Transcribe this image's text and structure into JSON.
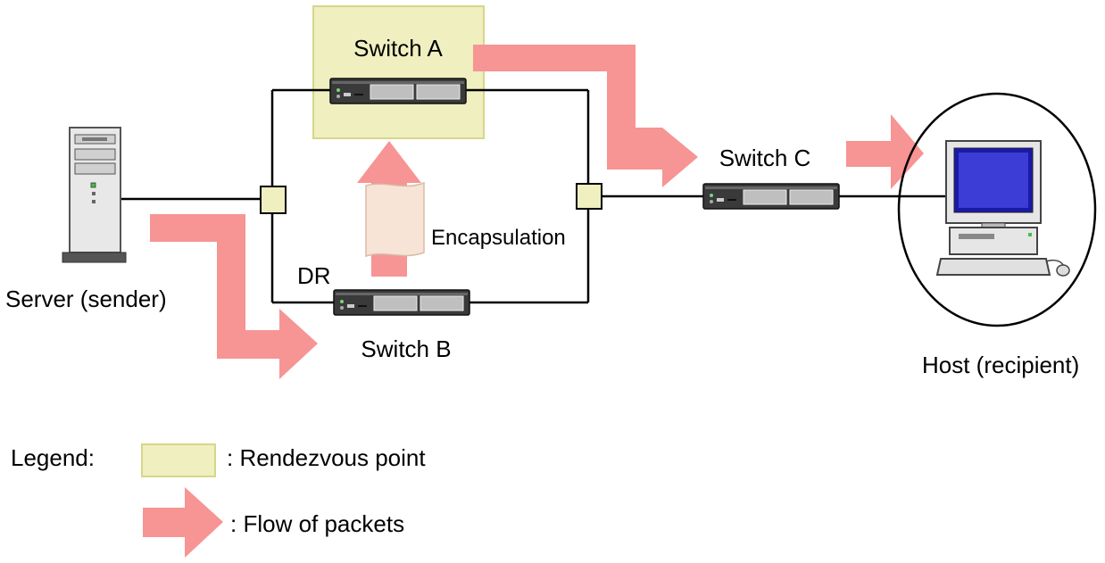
{
  "nodes": {
    "server": {
      "label": "Server (sender)"
    },
    "host": {
      "label": "Host (recipient)"
    },
    "switch_a": {
      "label": "Switch A",
      "role": "Rendezvous point"
    },
    "switch_b": {
      "label": "Switch B",
      "tag": "DR"
    },
    "switch_c": {
      "label": "Switch C"
    }
  },
  "annotations": {
    "encapsulation": "Encapsulation"
  },
  "legend": {
    "title": "Legend:",
    "rendezvous": ": Rendezvous point",
    "flow": ": Flow of packets"
  },
  "colors": {
    "rendezvous_fill": "#EFEFC0",
    "rendezvous_border": "#D6D68A",
    "flow_arrow": "#F79494",
    "packet": "#F7E4D6",
    "junction_fill": "#EFEFC0"
  }
}
